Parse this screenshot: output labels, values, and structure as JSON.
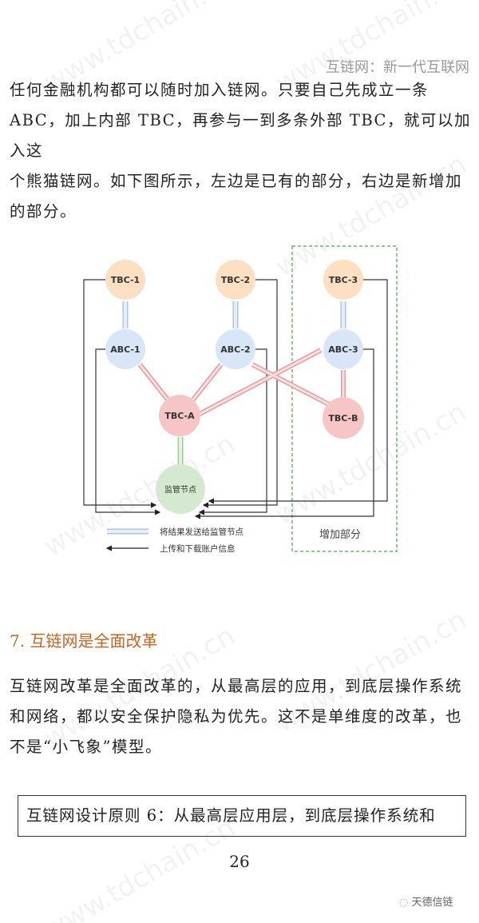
{
  "header": "互链网：新一代互联网",
  "paragraph1": [
    "任何金融机构都可以随时加入链网。只要自己先成立一条",
    "ABC，加上内部 TBC，再参与一到多条外部 TBC，就可以加入这",
    "个熊猫链网。如下图所示，左边是已有的部分，右边是新增加",
    "的部分。"
  ],
  "diagram": {
    "nodes": {
      "tbc1": "TBC-1",
      "tbc2": "TBC-2",
      "tbc3": "TBC-3",
      "abc1": "ABC-1",
      "abc2": "ABC-2",
      "abc3": "ABC-3",
      "tbca": "TBC-A",
      "tbcb": "TBC-B",
      "reg": "监管节点"
    },
    "legend": [
      "将结果发送给监管节点",
      "上传和下载账户信息"
    ],
    "added": "增加部分",
    "colors": {
      "tbc": "#fde0c2",
      "abc": "#d9e6f8",
      "red": "#f7c5c5",
      "green": "#d5e8d0",
      "dash": "#5cc25c"
    }
  },
  "heading": "7. 互链网是全面改革",
  "paragraph2": [
    "互链网改革是全面改革的，从最高层的应用，到底层操作系统",
    "和网络，都以安全保护隐私为优先。这不是单维度的改革，也",
    "不是“小飞象”模型。"
  ],
  "principle": "互链网设计原则 6：从最高层应用层，到底层操作系统和",
  "page_number": "26",
  "watermark": "www.tdchain.cn",
  "brand": "天德信链"
}
